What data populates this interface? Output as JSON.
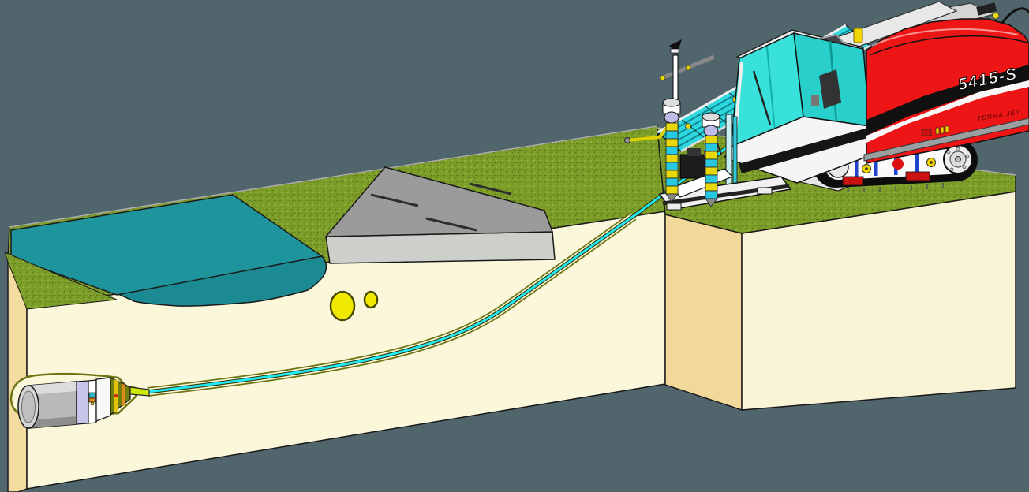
{
  "illustration": {
    "subject": "horizontal directional drilling scene with crawler drill rig, bore path under road and river, and pipe pullback head",
    "machine": {
      "model_label": "5415-S",
      "brand_label": "TERRA JET"
    },
    "colors": {
      "background": "#50666C",
      "grass": "#7E9E2A",
      "soil_front_face": "#FBF7DA",
      "soil_side_face": "#F3DCA0",
      "water": "#1E949D",
      "road_top": "#9B9B9B",
      "road_side": "#CDCFCB",
      "drill_rod_cyan": "#1FE9F2",
      "bore_outline_olive": "#6E7414",
      "machine_red": "#ED1515",
      "cab_glass_teal": "#38E2DA",
      "auger_yellow": "#E8D80A",
      "utility_marker_yellow": "#F0EA00",
      "product_pipe_gray": "#B9B9B9",
      "pipe_band_lavender": "#C8C5EA",
      "pullback_link_green": "#CDE80A"
    }
  }
}
